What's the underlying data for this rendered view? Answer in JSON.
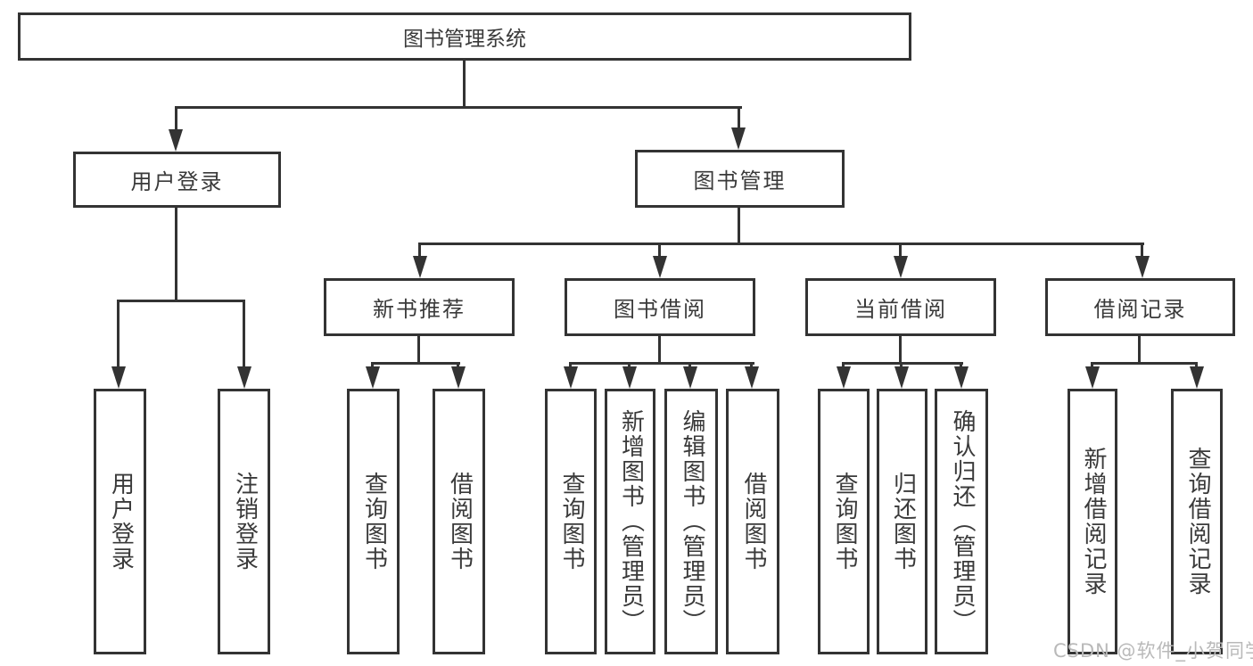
{
  "root": {
    "label": "图书管理系统"
  },
  "modules": [
    {
      "label": "用户登录",
      "children": [
        "用户登录",
        "注销登录"
      ]
    },
    {
      "label": "图书管理",
      "submodules": [
        {
          "label": "新书推荐",
          "children": [
            "查询图书",
            "借阅图书"
          ]
        },
        {
          "label": "图书借阅",
          "children": [
            "查询图书",
            "新增图书（管理员）",
            "编辑图书（管理员）",
            "借阅图书"
          ]
        },
        {
          "label": "当前借阅",
          "children": [
            "查询图书",
            "归还图书",
            "确认归还（管理员）"
          ]
        },
        {
          "label": "借阅记录",
          "children": [
            "新增借阅记录",
            "查询借阅记录"
          ]
        }
      ]
    }
  ],
  "watermark": {
    "text": "CSDN @软件_小贺同学"
  },
  "colors": {
    "line": "#333333",
    "text": "#3a3a3a",
    "watermark": "#b9b9b9",
    "background": "#ffffff"
  }
}
